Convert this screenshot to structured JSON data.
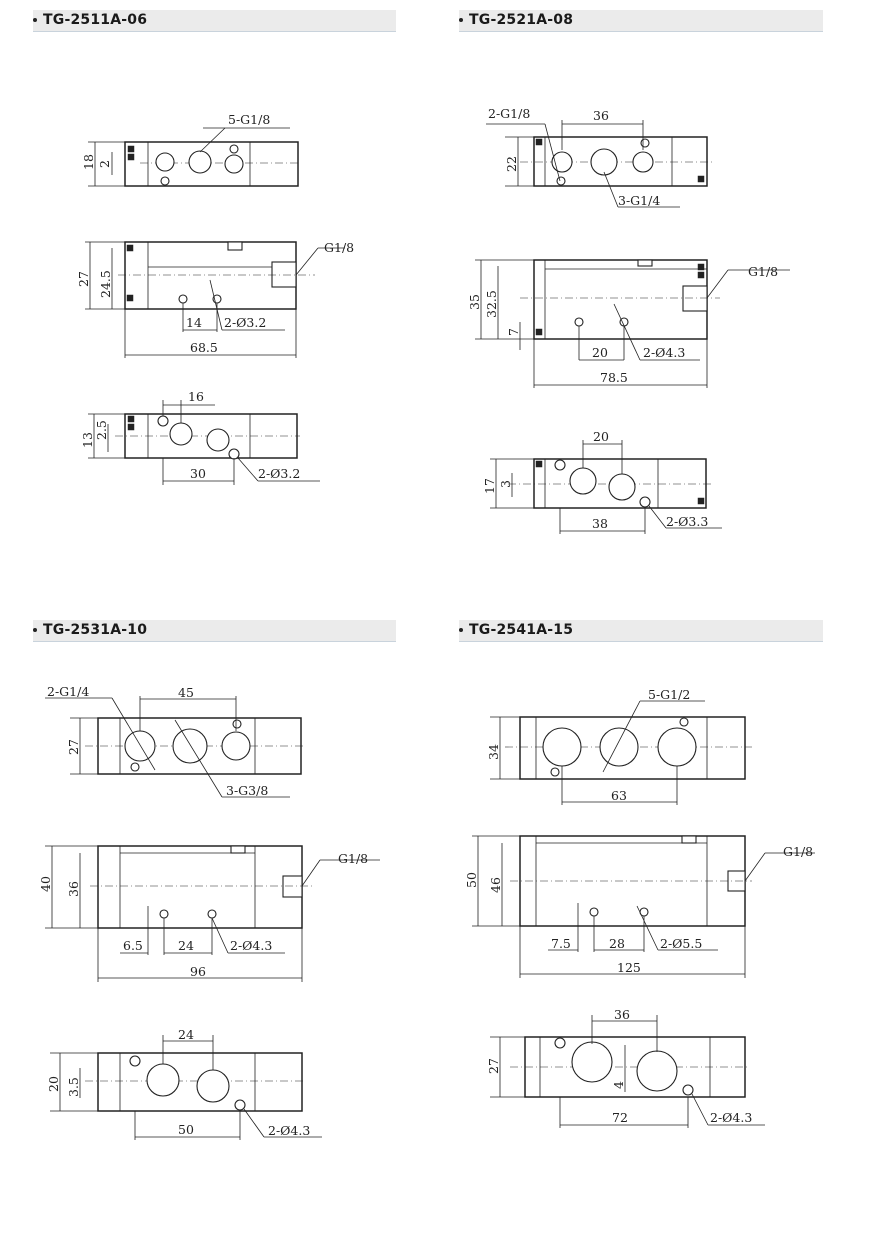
{
  "sections": [
    {
      "model": "TG-2511A-06",
      "top_view": {
        "ports_label": "5-G1/8",
        "height": "18",
        "offset": "2"
      },
      "front_view": {
        "pilot_port": "G1/8",
        "height": "27",
        "inner_height": "24.5",
        "hole_spacing": "14",
        "mount_holes": "2-Ø3.2",
        "length": "68.5"
      },
      "bottom_view": {
        "spacing": "16",
        "height": "13",
        "offset": "2.5",
        "hole_span": "30",
        "mount_holes": "2-Ø3.2"
      }
    },
    {
      "model": "TG-2521A-08",
      "top_view": {
        "side_ports": "2-G1/8",
        "spacing": "36",
        "height": "22",
        "main_ports": "3-G1/4"
      },
      "front_view": {
        "pilot_port": "G1/8",
        "height": "35",
        "inner_height": "32.5",
        "offset": "7",
        "hole_spacing": "20",
        "mount_holes": "2-Ø4.3",
        "length": "78.5"
      },
      "bottom_view": {
        "spacing": "20",
        "height": "17",
        "offset": "3",
        "hole_span": "38",
        "mount_holes": "2-Ø3.3"
      }
    },
    {
      "model": "TG-2531A-10",
      "top_view": {
        "side_ports": "2-G1/4",
        "spacing": "45",
        "height": "27",
        "main_ports": "3-G3/8"
      },
      "front_view": {
        "pilot_port": "G1/8",
        "height": "40",
        "inner_height": "36",
        "offset": "6.5",
        "hole_spacing": "24",
        "mount_holes": "2-Ø4.3",
        "length": "96"
      },
      "bottom_view": {
        "spacing": "24",
        "height": "20",
        "offset": "3.5",
        "hole_span": "50",
        "mount_holes": "2-Ø4.3"
      }
    },
    {
      "model": "TG-2541A-15",
      "top_view": {
        "ports_label": "5-G1/2",
        "height": "34",
        "spacing": "63"
      },
      "front_view": {
        "pilot_port": "G1/8",
        "height": "50",
        "inner_height": "46",
        "offset": "7.5",
        "hole_spacing": "28",
        "mount_holes": "2-Ø5.5",
        "length": "125"
      },
      "bottom_view": {
        "spacing": "36",
        "height": "27",
        "offset": "4",
        "hole_span": "72",
        "mount_holes": "2-Ø4.3"
      }
    }
  ]
}
